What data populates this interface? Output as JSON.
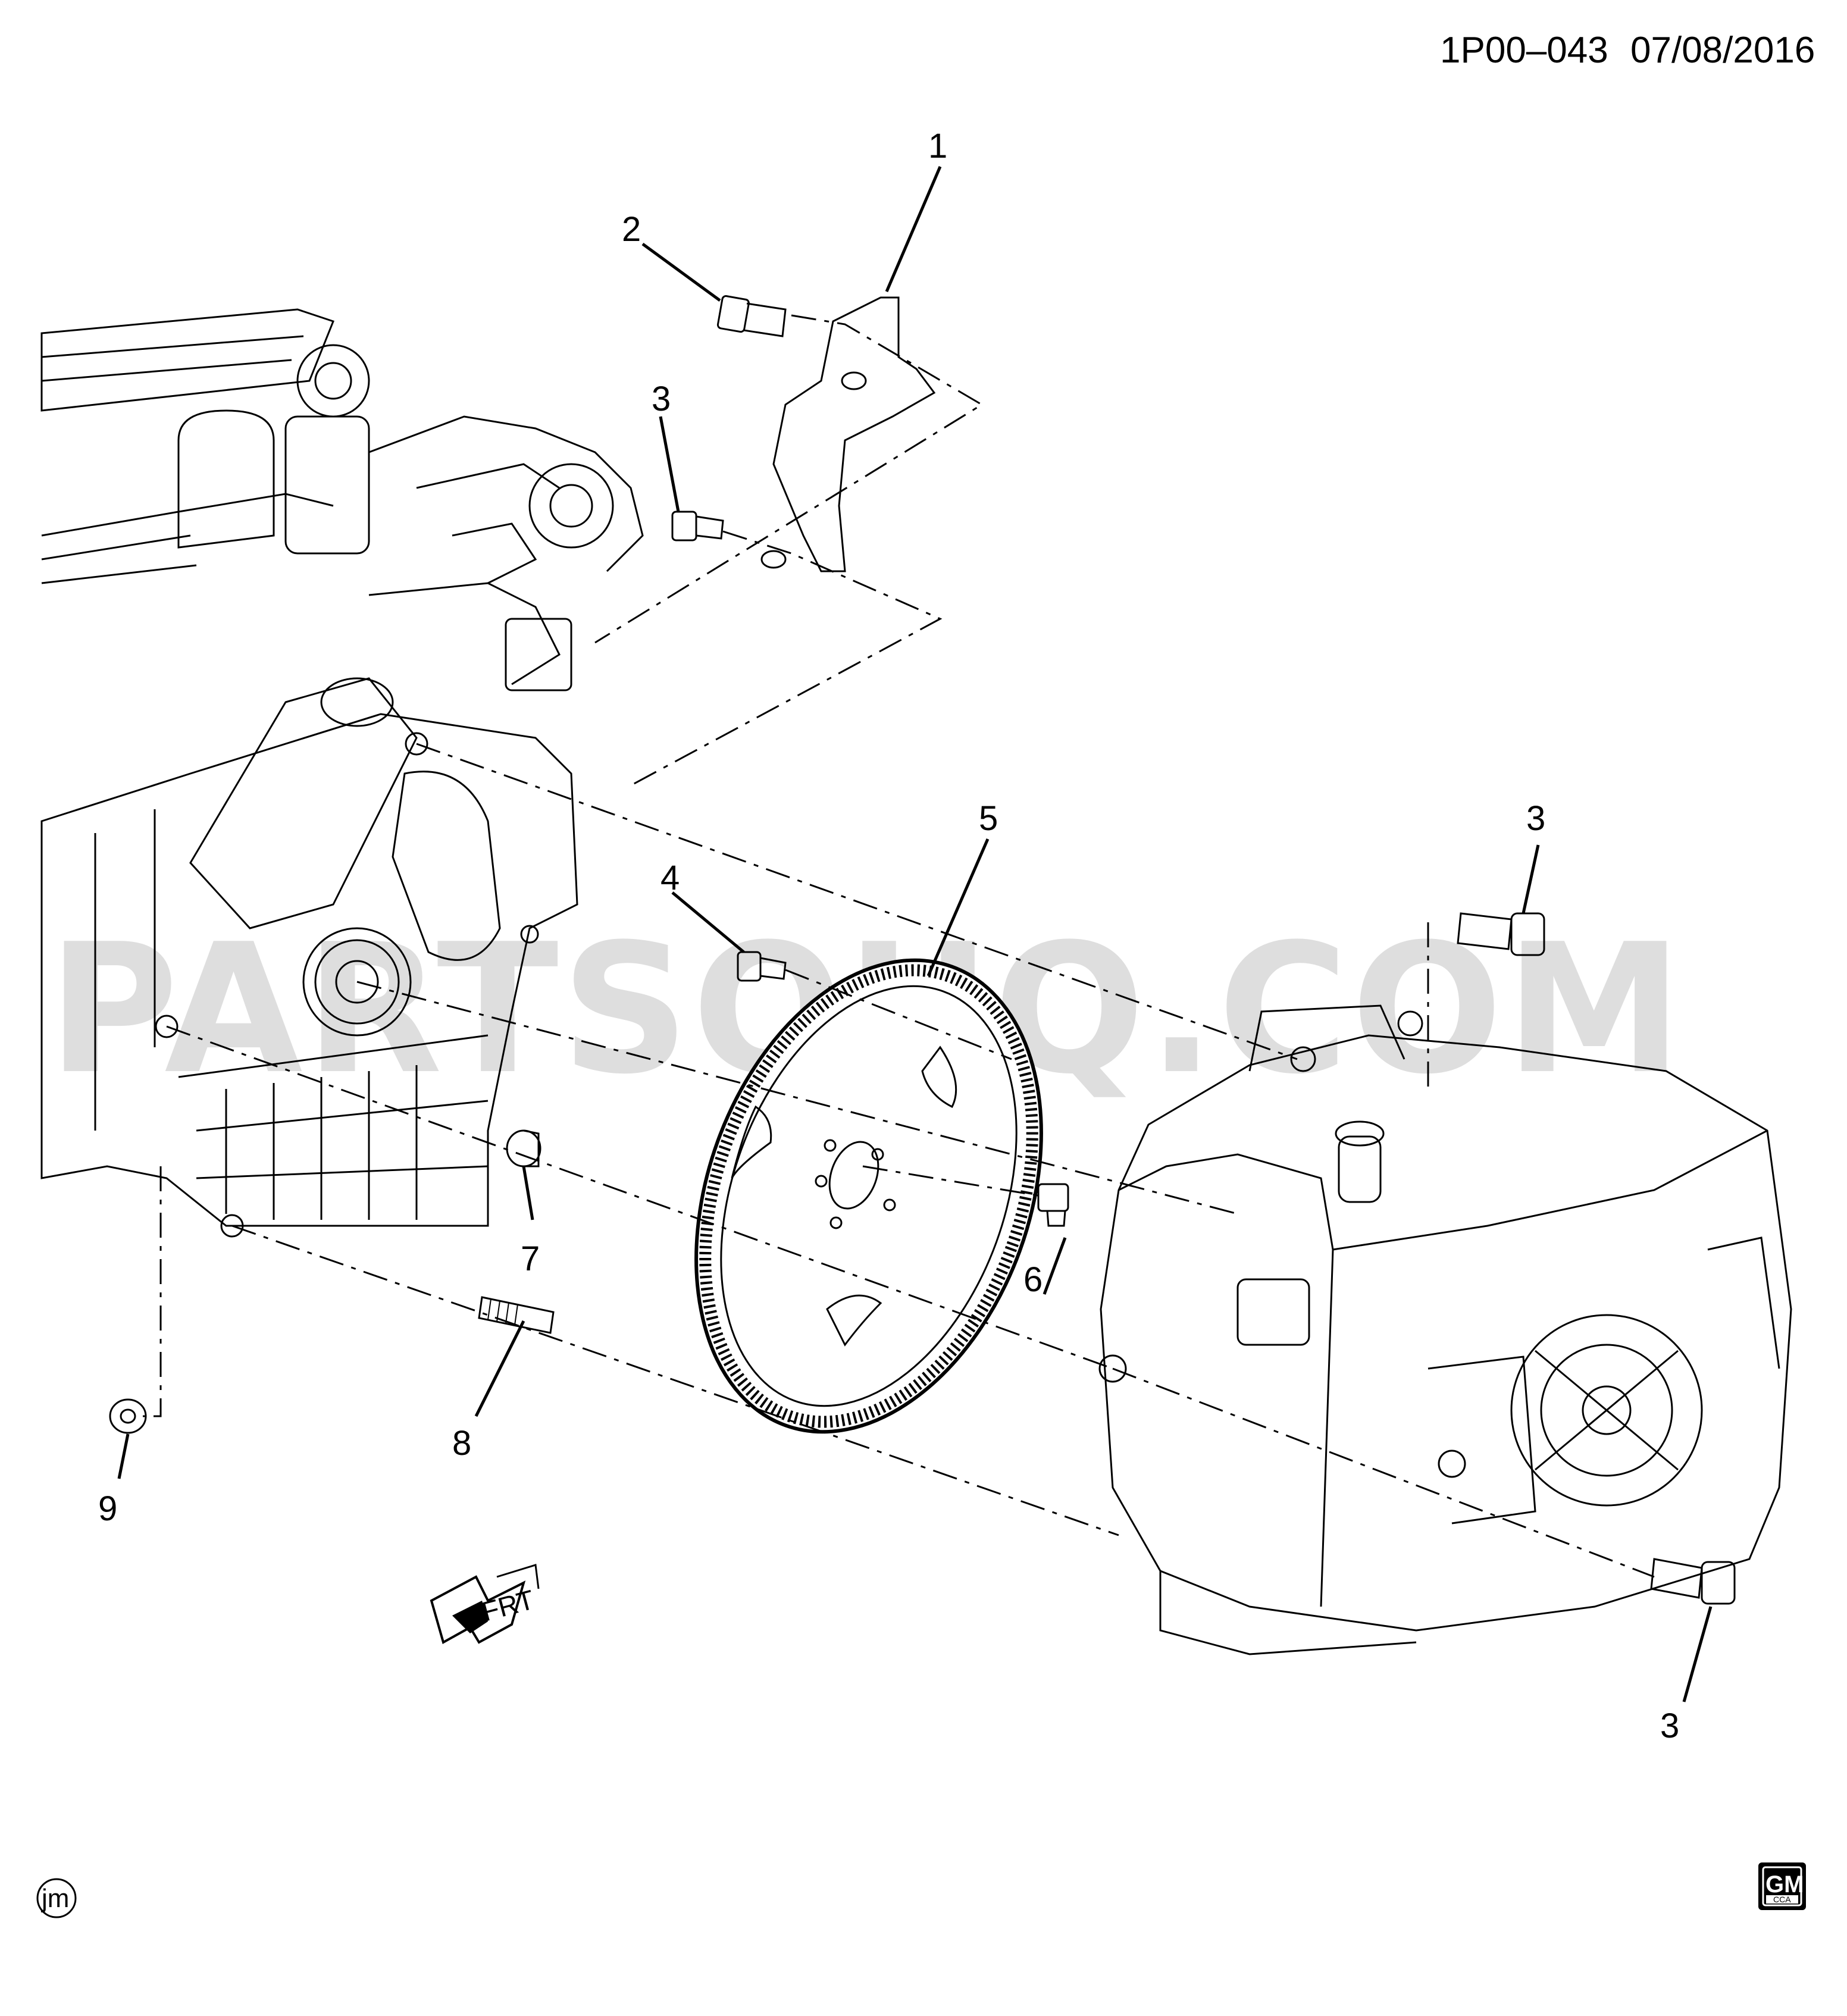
{
  "header": {
    "diagram_code": "1P00–043",
    "date": "07/08/2016"
  },
  "watermark": "PARTSOUQ.COM",
  "callouts": [
    {
      "id": "c1",
      "label": "1"
    },
    {
      "id": "c2",
      "label": "2"
    },
    {
      "id": "c3a",
      "label": "3"
    },
    {
      "id": "c3b",
      "label": "3"
    },
    {
      "id": "c3c",
      "label": "3"
    },
    {
      "id": "c4",
      "label": "4"
    },
    {
      "id": "c5",
      "label": "5"
    },
    {
      "id": "c6",
      "label": "6"
    },
    {
      "id": "c7",
      "label": "7"
    },
    {
      "id": "c8",
      "label": "8"
    },
    {
      "id": "c9",
      "label": "9"
    }
  ],
  "direction_indicator": "FRT",
  "artist_initials": "jm",
  "logo": {
    "brand": "GM",
    "sub": "CCA"
  },
  "icons": [
    "engine-drawing",
    "transmission-drawing",
    "flywheel-drawing",
    "shield-bracket-drawing",
    "bolt-icon",
    "stud-icon",
    "nut-icon",
    "dowel-icon",
    "front-arrow-icon",
    "gm-logo-icon"
  ]
}
